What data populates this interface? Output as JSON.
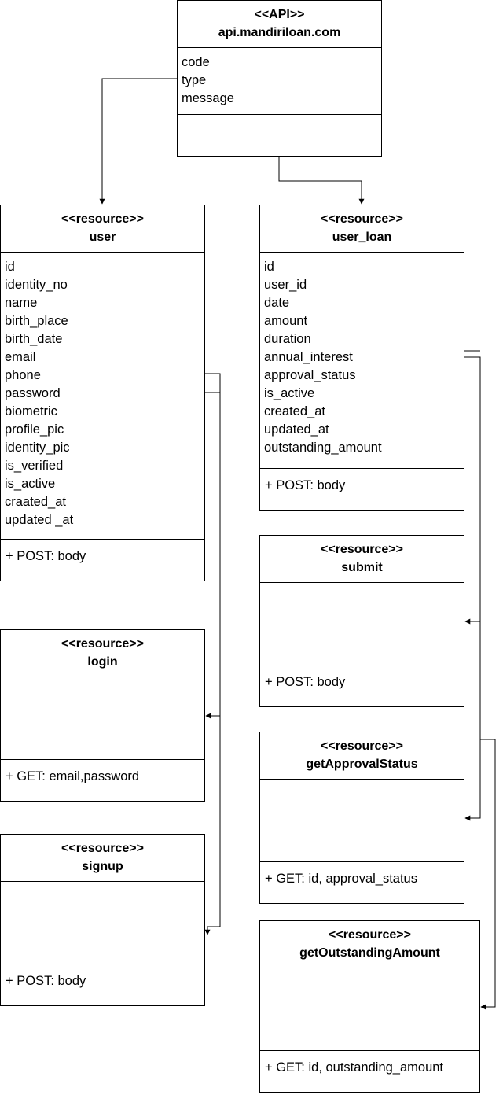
{
  "api": {
    "stereotype": "<<API>>",
    "name": "api.mandiriloan.com",
    "attributes": [
      "code",
      "type",
      "message"
    ]
  },
  "user": {
    "stereotype": "<<resource>>",
    "name": "user",
    "attributes": [
      "id",
      "identity_no",
      "name",
      "birth_place",
      "birth_date",
      "email",
      "phone",
      "password",
      "biometric",
      "profile_pic",
      "identity_pic",
      "is_verified",
      "is_active",
      "craated_at",
      "updated _at"
    ],
    "operation": "+ POST: body"
  },
  "user_loan": {
    "stereotype": "<<resource>>",
    "name": "user_loan",
    "attributes": [
      "id",
      "user_id",
      "date",
      "amount",
      "duration",
      "annual_interest",
      "approval_status",
      "is_active",
      "created_at",
      "updated_at",
      "outstanding_amount"
    ],
    "operation": "+ POST: body"
  },
  "login": {
    "stereotype": "<<resource>>",
    "name": "login",
    "operation": "+ GET: email,password"
  },
  "signup": {
    "stereotype": "<<resource>>",
    "name": "signup",
    "operation": "+ POST: body"
  },
  "submit": {
    "stereotype": "<<resource>>",
    "name": "submit",
    "operation": "+ POST: body"
  },
  "getApprovalStatus": {
    "stereotype": "<<resource>>",
    "name": "getApprovalStatus",
    "operation": "+ GET: id, approval_status"
  },
  "getOutstandingAmount": {
    "stereotype": "<<resource>>",
    "name": "getOutstandingAmount",
    "operation": "+ GET: id, outstanding_amount"
  }
}
